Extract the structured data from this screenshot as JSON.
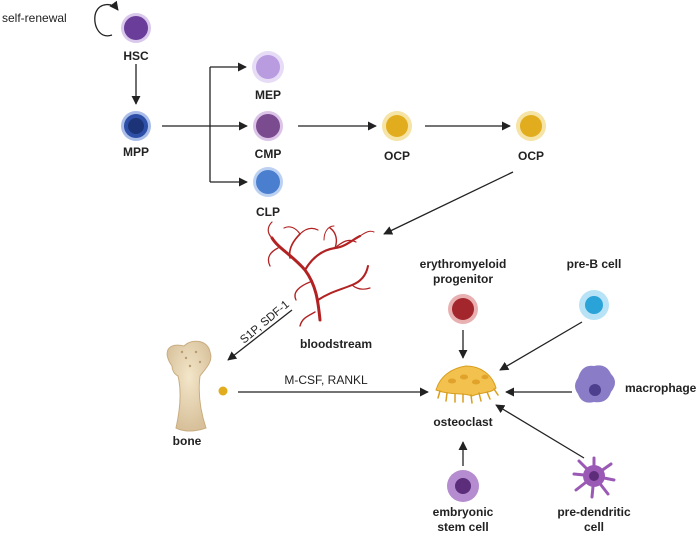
{
  "labels": {
    "self_renewal": "self-renewal",
    "hsc": "HSC",
    "mpp": "MPP",
    "mep": "MEP",
    "cmp": "CMP",
    "clp": "CLP",
    "ocp1": "OCP",
    "ocp2": "OCP",
    "bloodstream": "bloodstream",
    "s1p_sdf1": "S1P, SDF-1",
    "bone": "bone",
    "mcsf_rankl": "M-CSF, RANKL",
    "erythromyeloid_1": "erythromyeloid",
    "erythromyeloid_2": "progenitor",
    "pre_b_cell": "pre-B cell",
    "macrophage": "macrophage",
    "osteoclast": "osteoclast",
    "embryonic_1": "embryonic",
    "embryonic_2": "stem cell",
    "pre_dendritic_1": "pre-dendritic",
    "pre_dendritic_2": "cell"
  },
  "colors": {
    "hsc": "#6a3d9a",
    "mpp": "#2d4fa8",
    "mep": "#b99be0",
    "cmp": "#7b4b8f",
    "clp": "#4a7fd0",
    "ocp": "#e1ad1e",
    "erythro": "#a3262d",
    "preb": "#2aa3d8",
    "macrophage": "#8a7cc6",
    "embryonic": "#7a4a9c",
    "predendritic": "#9b59b6",
    "vessel": "#b22222",
    "bone": "#e8d6b5",
    "osteoclast": "#f2c14e"
  }
}
